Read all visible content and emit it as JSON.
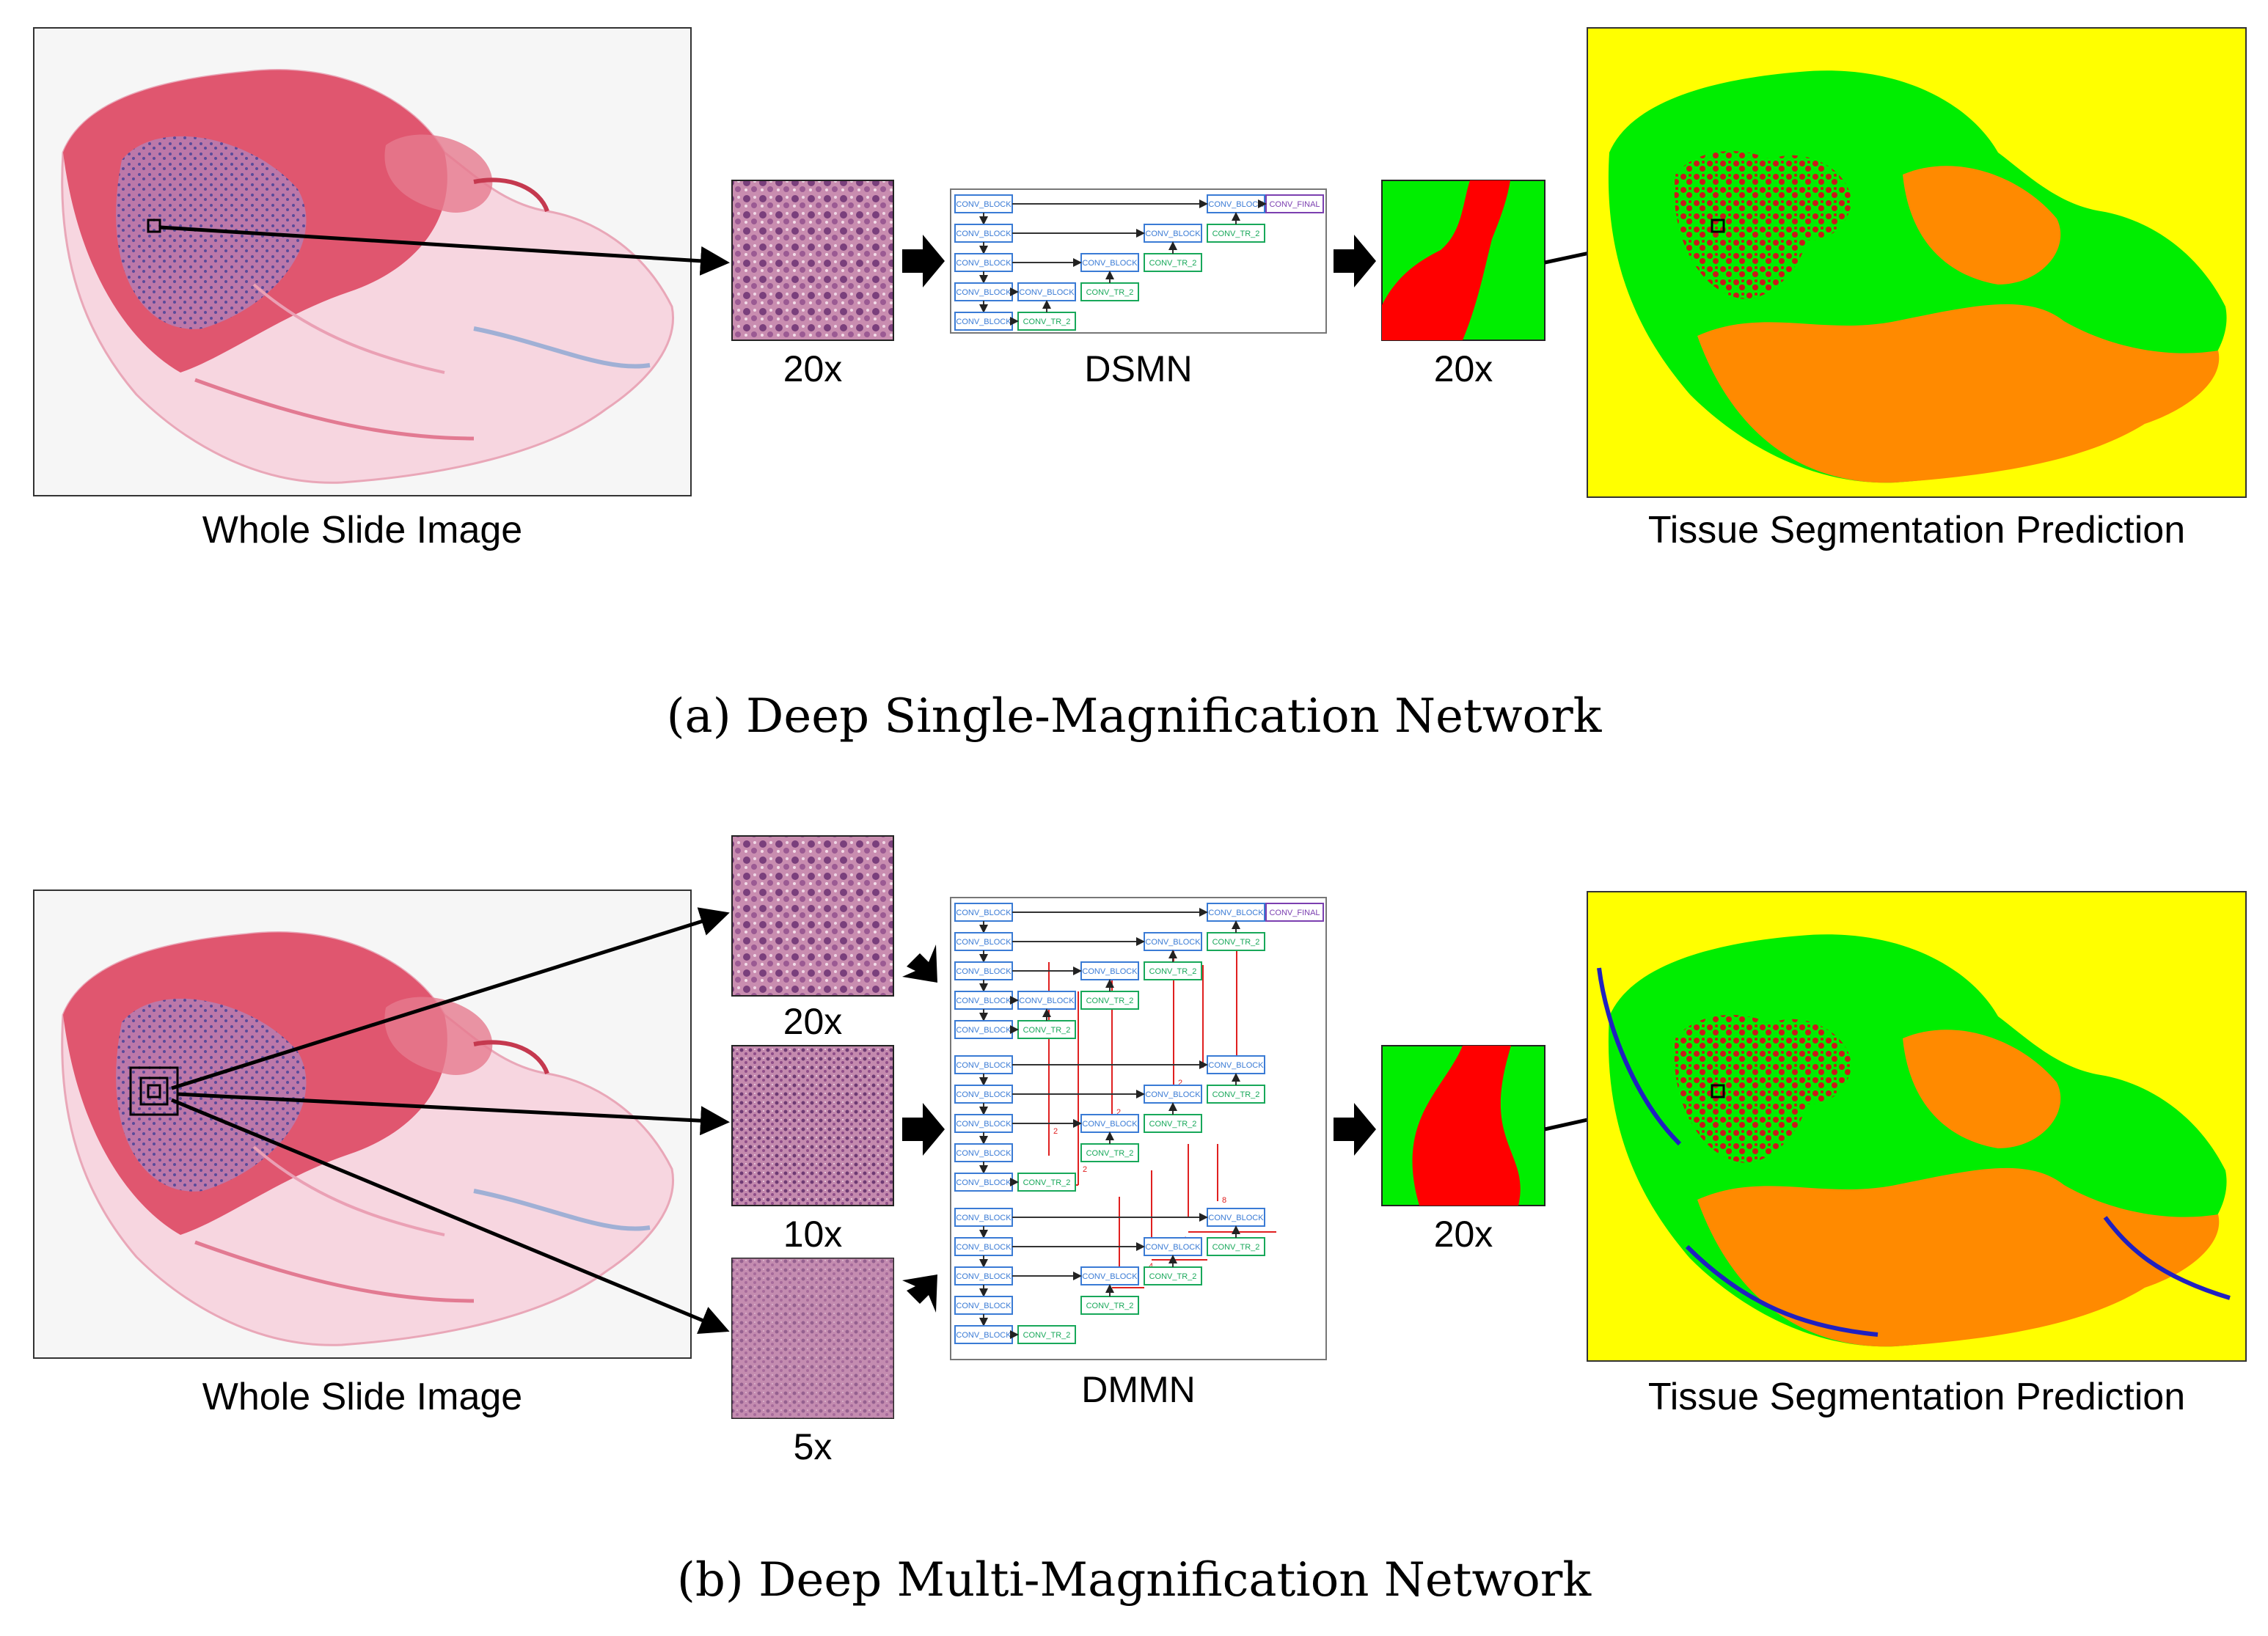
{
  "panel_a": {
    "caption": "(a) Deep Single-Magnification Network",
    "wsi_label": "Whole Slide Image",
    "patch_label": "20x",
    "network_label": "DSMN",
    "output_label": "20x",
    "prediction_label": "Tissue Segmentation Prediction"
  },
  "panel_b": {
    "caption": "(b) Deep Multi-Magnification Network",
    "wsi_label": "Whole Slide Image",
    "patch_labels": [
      "20x",
      "10x",
      "5x"
    ],
    "network_label": "DMMN",
    "output_label": "20x",
    "prediction_label": "Tissue Segmentation Prediction"
  },
  "blocks": {
    "conv_block": "CONV_BLOCK",
    "conv_tr": "CONV_TR_2",
    "conv_final": "CONV_FINAL"
  },
  "connector_labels": [
    "2",
    "2",
    "2",
    "2",
    "4",
    "4",
    "8"
  ],
  "colors": {
    "tissue_pink": "#e0566f",
    "tumor_purple": "#6a5aa6",
    "seg_background": "#ffff00",
    "seg_green": "#00ee00",
    "seg_orange": "#ff8a00",
    "seg_red": "#dd0000",
    "block_blue": "#3a7bd5",
    "block_green": "#18a85a",
    "block_purple": "#7b3fb0",
    "connector_red": "#e02020"
  }
}
